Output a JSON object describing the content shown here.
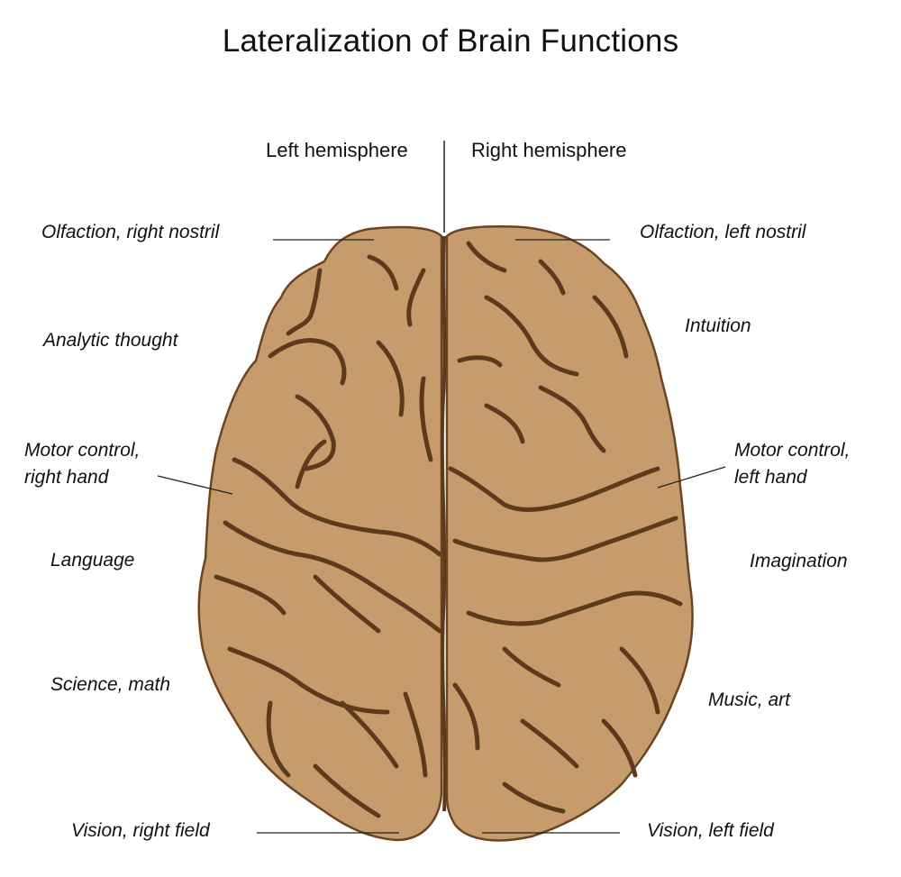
{
  "title": "Lateralization of Brain Functions",
  "hemispheres": {
    "left": "Left hemisphere",
    "right": "Right hemisphere"
  },
  "left_functions": {
    "olfaction": "Olfaction, right nostril",
    "analytic": "Analytic thought",
    "motor_line1": "Motor control,",
    "motor_line2": "right hand",
    "language": "Language",
    "science": "Science, math",
    "vision": "Vision, right field"
  },
  "right_functions": {
    "olfaction": "Olfaction, left nostril",
    "intuition": "Intuition",
    "motor_line1": "Motor control,",
    "motor_line2": "left hand",
    "imagination": "Imagination",
    "music": "Music, art",
    "vision": "Vision, left field"
  },
  "colors": {
    "brain_fill": "#c69c6d",
    "brain_outline": "#6b4423",
    "sulci": "#5e3a1c",
    "leader_line": "#222222"
  }
}
